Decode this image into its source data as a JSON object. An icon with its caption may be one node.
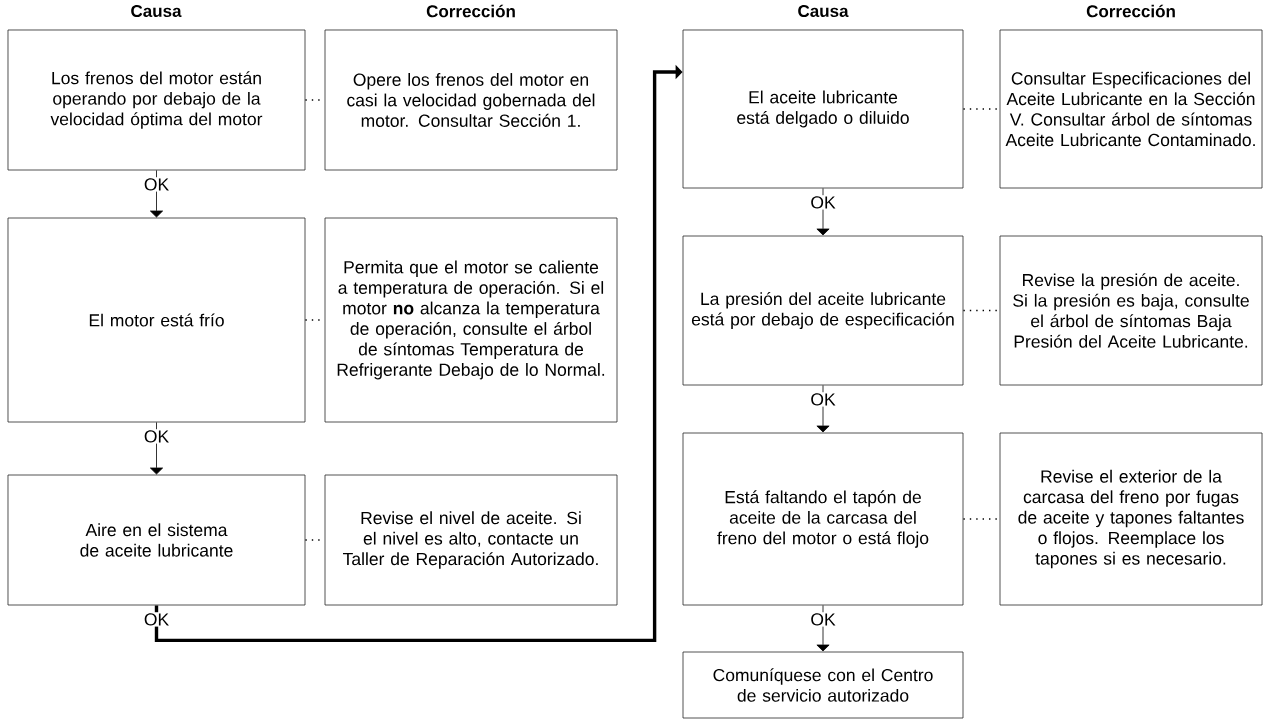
{
  "diagram": {
    "nodes": [
      {
        "text": [
          "Los frenos del motor están operando por debajo de la velocidad óptima del motor"
        ]
      },
      {
        "text": [
          "Opere los frenos del motor en casi la velocidad gobernada del motor. Consultar Sección 1."
        ]
      },
      {
        "text": [
          "El motor está frío"
        ]
      },
      {
        "text": [
          "Permita que el motor se caliente a temperatura de operación. Si el motor **no** alcanza la temperatura de operación, consulte el árbol de síntomas Temperatura de Refrigerante Debajo de lo Normal."
        ]
      },
      {
        "text": [
          "Aire en el sistema de aceite lubricante"
        ]
      },
      {
        "text": [
          "Revise el nivel de aceite. Si el nivel es alto, contacte un Taller de Reparación Autorizado."
        ]
      },
      {
        "text": [
          "El aceite lubricante está delgado o diluido"
        ]
      },
      {
        "text": [
          "Consultar Especificaciones del Aceite Lubricante en la Sección V. Consultar árbol de síntomas Aceite Lubricante Contaminado."
        ]
      },
      {
        "text": [
          "La presión del aceite lubricante está por debajo de especificación"
        ]
      },
      {
        "text": [
          "Revise la presión de aceite. Si la presión es baja, consulte el árbol de síntomas Baja Presión del Aceite Lubricante."
        ]
      },
      {
        "text": [
          "Está faltando el tapón de aceite de la carcasa del freno del motor o está flojo"
        ]
      },
      {
        "text": [
          "Revise el exterior de la carcasa del freno por fugas de aceite y tapones faltantes o flojos. Reemplace los tapones si es necesario."
        ]
      },
      {
        "text": [
          "Comuníquese con el Centro de servicio autorizado"
        ]
      }
    ],
    "edges": [
      {
        "from": 0,
        "to": 1,
        "arrow": "none",
        "style": "dashed"
      },
      {
        "from": 0,
        "to": 2,
        "arrow": "to",
        "label": "OK"
      },
      {
        "from": 2,
        "to": 3,
        "arrow": "none",
        "style": "dashed"
      },
      {
        "from": 2,
        "to": 4,
        "arrow": "to",
        "label": "OK"
      },
      {
        "from": 4,
        "to": 5,
        "arrow": "none",
        "style": "dashed"
      },
      {
        "from": 4,
        "to": 6,
        "arrow": "to",
        "label": "OK",
        "style": "thick"
      },
      {
        "from": 6,
        "to": 7,
        "arrow": "none",
        "style": "dashed"
      },
      {
        "from": 6,
        "to": 8,
        "arrow": "to",
        "label": "OK"
      },
      {
        "from": 8,
        "to": 9,
        "arrow": "none",
        "style": "dashed"
      },
      {
        "from": 8,
        "to": 10,
        "arrow": "to",
        "label": "OK"
      },
      {
        "from": 10,
        "to": 11,
        "arrow": "none",
        "style": "dashed"
      },
      {
        "from": 10,
        "to": 12,
        "arrow": "to",
        "label": "OK"
      }
    ],
    "labels": [
      "Causa",
      "Corrección",
      "Causa",
      "Corrección"
    ]
  }
}
